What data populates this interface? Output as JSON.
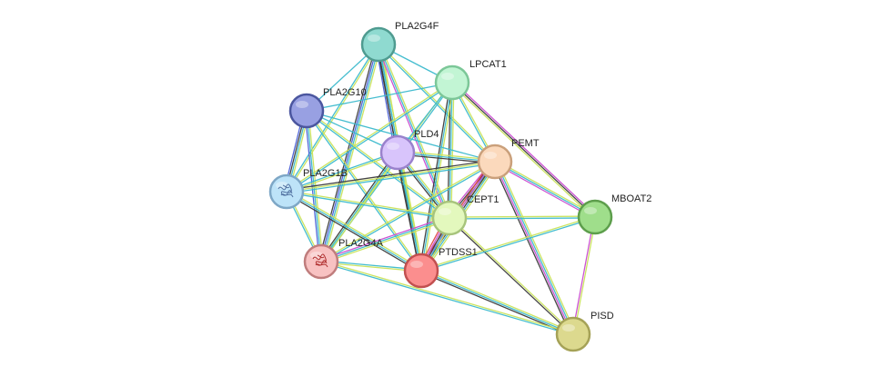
{
  "network": {
    "nodes": [
      {
        "id": "PLA2G4F",
        "label": "PLA2G4F",
        "fill": "#8fdad0",
        "stroke": "#4f9b90",
        "icon": "none"
      },
      {
        "id": "LPCAT1",
        "label": "LPCAT1",
        "fill": "#c2f5d4",
        "stroke": "#7cc798",
        "icon": "none"
      },
      {
        "id": "PLA2G10",
        "label": "PLA2G10",
        "fill": "#98a0e2",
        "stroke": "#4b569f",
        "icon": "none"
      },
      {
        "id": "PLD4",
        "label": "PLD4",
        "fill": "#d8c4fb",
        "stroke": "#9a82cc",
        "icon": "none"
      },
      {
        "id": "PEMT",
        "label": "PEMT",
        "fill": "#fbd9bc",
        "stroke": "#caa07b",
        "icon": "none"
      },
      {
        "id": "PLA2G1B",
        "label": "PLA2G1B",
        "fill": "#bde3f8",
        "stroke": "#7ea7c6",
        "icon": "protein-structure-icon"
      },
      {
        "id": "CEPT1",
        "label": "CEPT1",
        "fill": "#e3f8bd",
        "stroke": "#a7c47c",
        "icon": "none"
      },
      {
        "id": "MBOAT2",
        "label": "MBOAT2",
        "fill": "#9fde8b",
        "stroke": "#5d9e4c",
        "icon": "none"
      },
      {
        "id": "PLA2G4A",
        "label": "PLA2G4A",
        "fill": "#f8c2c2",
        "stroke": "#c07d7d",
        "icon": "protein-structure-icon"
      },
      {
        "id": "PTDSS1",
        "label": "PTDSS1",
        "fill": "#fb8e8e",
        "stroke": "#c25050",
        "icon": "none"
      },
      {
        "id": "PISD",
        "label": "PISD",
        "fill": "#dcd98e",
        "stroke": "#a5a257",
        "icon": "none"
      }
    ],
    "edge_colors": {
      "yellow": "#c9e35a",
      "cyan": "#3bb9cc",
      "dark": "#3a3a3a",
      "magenta": "#c94bd0",
      "blue": "#4a5fd6",
      "red": "#e04545"
    },
    "edges": [
      {
        "a": "PLA2G4F",
        "b": "PLD4",
        "types": [
          "yellow",
          "cyan",
          "dark",
          "blue"
        ]
      },
      {
        "a": "PLA2G4F",
        "b": "PTDSS1",
        "types": [
          "yellow",
          "cyan",
          "dark"
        ]
      },
      {
        "a": "PLA2G4F",
        "b": "PLA2G4A",
        "types": [
          "yellow",
          "cyan",
          "blue",
          "dark"
        ]
      },
      {
        "a": "PLA2G4F",
        "b": "PLA2G1B",
        "types": [
          "yellow",
          "cyan"
        ]
      },
      {
        "a": "PLA2G4F",
        "b": "CEPT1",
        "types": [
          "yellow",
          "cyan",
          "magenta"
        ]
      },
      {
        "a": "PLA2G4F",
        "b": "PEMT",
        "types": [
          "yellow",
          "cyan"
        ]
      },
      {
        "a": "PLA2G4F",
        "b": "LPCAT1",
        "types": [
          "cyan"
        ]
      },
      {
        "a": "PLA2G4F",
        "b": "PLA2G10",
        "types": [
          "cyan"
        ]
      },
      {
        "a": "LPCAT1",
        "b": "PEMT",
        "types": [
          "yellow",
          "cyan"
        ]
      },
      {
        "a": "LPCAT1",
        "b": "CEPT1",
        "types": [
          "yellow",
          "cyan",
          "dark"
        ]
      },
      {
        "a": "LPCAT1",
        "b": "PTDSS1",
        "types": [
          "yellow",
          "cyan",
          "dark"
        ]
      },
      {
        "a": "LPCAT1",
        "b": "MBOAT2",
        "types": [
          "magenta",
          "dark",
          "yellow"
        ]
      },
      {
        "a": "LPCAT1",
        "b": "PLA2G1B",
        "types": [
          "cyan",
          "yellow"
        ]
      },
      {
        "a": "LPCAT1",
        "b": "PLA2G4A",
        "types": [
          "cyan",
          "yellow"
        ]
      },
      {
        "a": "LPCAT1",
        "b": "PLD4",
        "types": [
          "cyan"
        ]
      },
      {
        "a": "LPCAT1",
        "b": "PLA2G10",
        "types": [
          "cyan"
        ]
      },
      {
        "a": "PLA2G10",
        "b": "PLA2G1B",
        "types": [
          "yellow",
          "cyan",
          "dark",
          "blue"
        ]
      },
      {
        "a": "PLA2G10",
        "b": "PLA2G4A",
        "types": [
          "yellow",
          "cyan",
          "blue"
        ]
      },
      {
        "a": "PLA2G10",
        "b": "PLD4",
        "types": [
          "cyan"
        ]
      },
      {
        "a": "PLA2G10",
        "b": "PEMT",
        "types": [
          "cyan"
        ]
      },
      {
        "a": "PLA2G10",
        "b": "CEPT1",
        "types": [
          "yellow",
          "cyan"
        ]
      },
      {
        "a": "PLA2G10",
        "b": "PTDSS1",
        "types": [
          "yellow",
          "cyan"
        ]
      },
      {
        "a": "PLD4",
        "b": "PTDSS1",
        "types": [
          "yellow",
          "cyan",
          "dark"
        ]
      },
      {
        "a": "PLD4",
        "b": "CEPT1",
        "types": [
          "yellow",
          "cyan",
          "dark"
        ]
      },
      {
        "a": "PLD4",
        "b": "PEMT",
        "types": [
          "yellow",
          "cyan",
          "dark"
        ]
      },
      {
        "a": "PLD4",
        "b": "PLA2G1B",
        "types": [
          "yellow",
          "cyan"
        ]
      },
      {
        "a": "PLD4",
        "b": "PLA2G4A",
        "types": [
          "yellow",
          "cyan",
          "dark"
        ]
      },
      {
        "a": "PEMT",
        "b": "CEPT1",
        "types": [
          "yellow",
          "cyan",
          "dark",
          "magenta"
        ]
      },
      {
        "a": "PEMT",
        "b": "PTDSS1",
        "types": [
          "yellow",
          "cyan",
          "dark",
          "magenta",
          "red"
        ]
      },
      {
        "a": "PEMT",
        "b": "PISD",
        "types": [
          "yellow",
          "cyan",
          "magenta",
          "dark"
        ]
      },
      {
        "a": "PEMT",
        "b": "MBOAT2",
        "types": [
          "yellow",
          "cyan",
          "magenta"
        ]
      },
      {
        "a": "PEMT",
        "b": "PLA2G1B",
        "types": [
          "cyan",
          "yellow",
          "dark"
        ]
      },
      {
        "a": "PEMT",
        "b": "PLA2G4A",
        "types": [
          "cyan",
          "yellow"
        ]
      },
      {
        "a": "PLA2G1B",
        "b": "CEPT1",
        "types": [
          "yellow",
          "cyan"
        ]
      },
      {
        "a": "PLA2G1B",
        "b": "PTDSS1",
        "types": [
          "yellow",
          "cyan",
          "dark"
        ]
      },
      {
        "a": "PLA2G1B",
        "b": "PLA2G4A",
        "types": [
          "yellow",
          "cyan"
        ]
      },
      {
        "a": "CEPT1",
        "b": "PTDSS1",
        "types": [
          "yellow",
          "cyan",
          "dark",
          "magenta",
          "red"
        ]
      },
      {
        "a": "CEPT1",
        "b": "MBOAT2",
        "types": [
          "yellow",
          "cyan"
        ]
      },
      {
        "a": "CEPT1",
        "b": "PISD",
        "types": [
          "yellow",
          "dark"
        ]
      },
      {
        "a": "CEPT1",
        "b": "PLA2G4A",
        "types": [
          "yellow",
          "cyan",
          "magenta"
        ]
      },
      {
        "a": "PTDSS1",
        "b": "MBOAT2",
        "types": [
          "yellow",
          "cyan"
        ]
      },
      {
        "a": "PTDSS1",
        "b": "PISD",
        "types": [
          "yellow",
          "cyan",
          "dark"
        ]
      },
      {
        "a": "PTDSS1",
        "b": "PLA2G4A",
        "types": [
          "yellow",
          "cyan"
        ]
      },
      {
        "a": "MBOAT2",
        "b": "PISD",
        "types": [
          "yellow",
          "magenta"
        ]
      },
      {
        "a": "PLA2G4A",
        "b": "PISD",
        "types": [
          "yellow",
          "cyan"
        ]
      }
    ]
  }
}
